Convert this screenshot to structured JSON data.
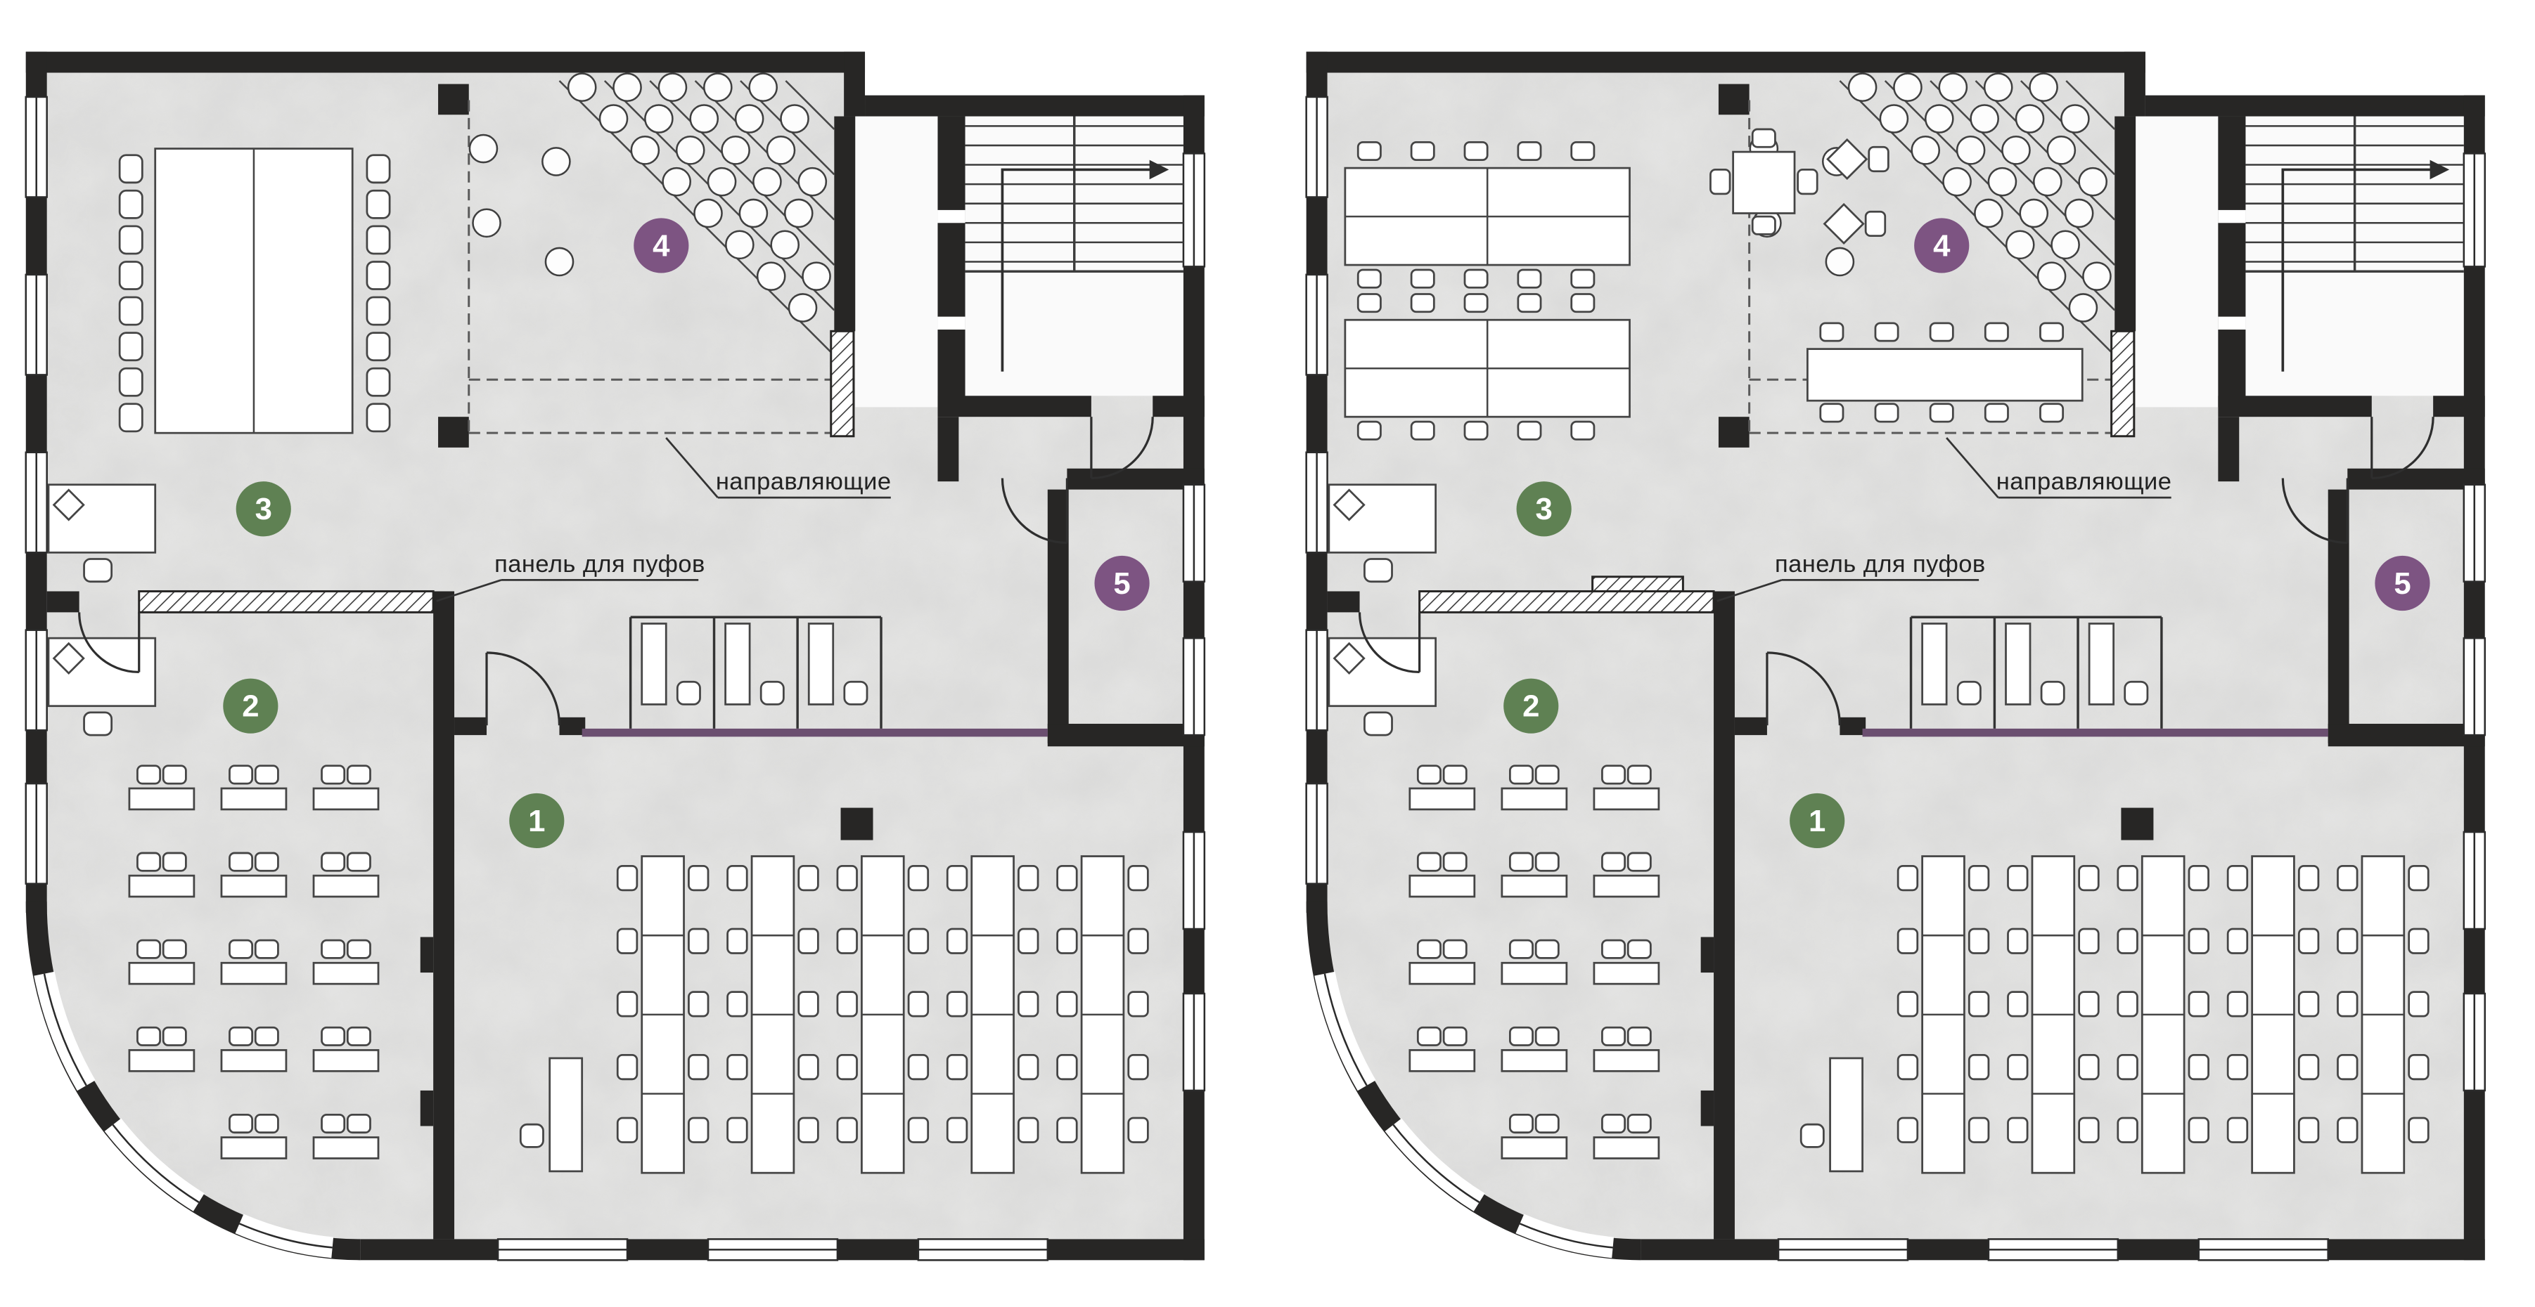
{
  "shared": {
    "badges": [
      {
        "n": "1",
        "color": "#5f8153"
      },
      {
        "n": "2",
        "color": "#5f8153"
      },
      {
        "n": "3",
        "color": "#5f8153"
      },
      {
        "n": "4",
        "color": "#7d5482"
      },
      {
        "n": "5",
        "color": "#7d5482"
      }
    ],
    "labels": {
      "rails": "направляющие",
      "poufs": "панель для пуфов"
    }
  },
  "colors": {
    "wall": "#272625",
    "floor": "#e3e3e2",
    "accent_counter": "#6b4f70",
    "badge_green": "#5f8153",
    "badge_purple": "#7d5482"
  }
}
